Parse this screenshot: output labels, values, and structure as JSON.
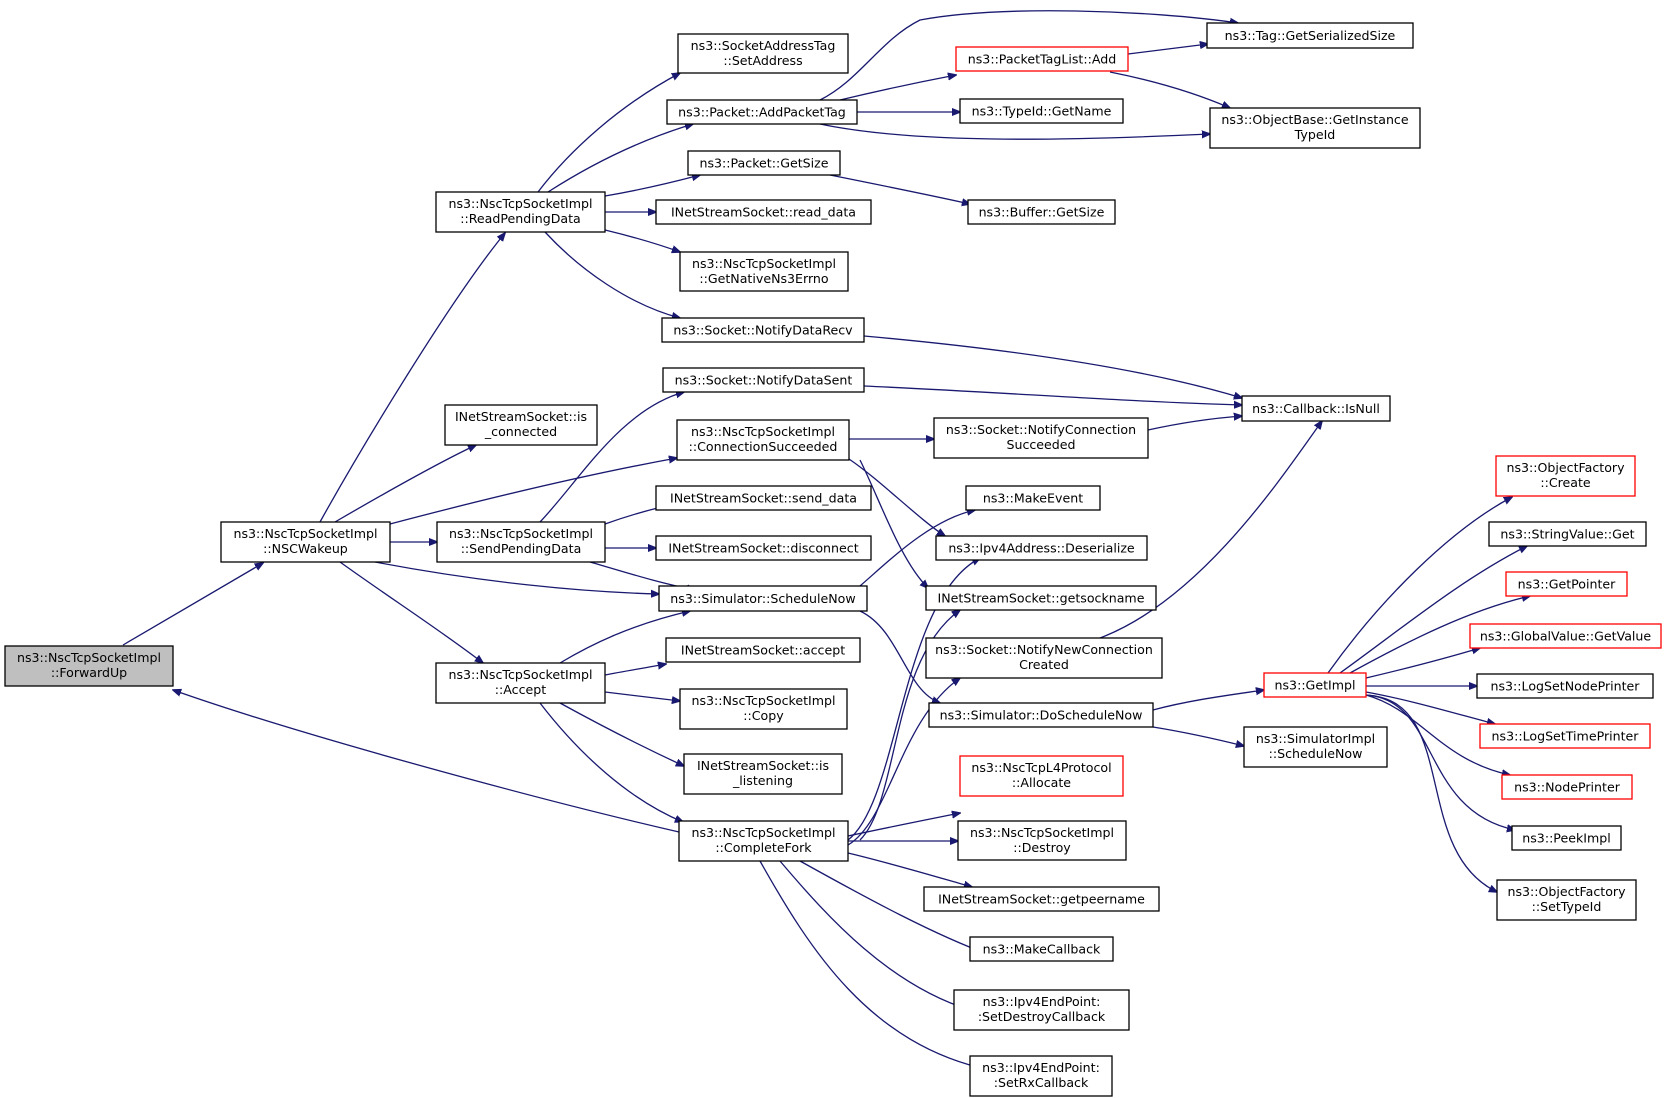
{
  "nodes": {
    "forwardup": [
      "ns3::NscTcpSocketImpl",
      "::ForwardUp"
    ],
    "nscwakeup": [
      "ns3::NscTcpSocketImpl",
      "::NSCWakeup"
    ],
    "readpending": [
      "ns3::NscTcpSocketImpl",
      "::ReadPendingData"
    ],
    "is_connected": [
      "INetStreamSocket::is",
      "_connected"
    ],
    "sendpending": [
      "ns3::NscTcpSocketImpl",
      "::SendPendingData"
    ],
    "accept_impl": [
      "ns3::NscTcpSocketImpl",
      "::Accept"
    ],
    "sockaddrtag": [
      "ns3::SocketAddressTag",
      "::SetAddress"
    ],
    "addpackettag": [
      "ns3::Packet::AddPacketTag"
    ],
    "packet_getsize": [
      "ns3::Packet::GetSize"
    ],
    "read_data": [
      "INetStreamSocket::read_data"
    ],
    "getnativeerrno": [
      "ns3::NscTcpSocketImpl",
      "::GetNativeNs3Errno"
    ],
    "notifydatarecv": [
      "ns3::Socket::NotifyDataRecv"
    ],
    "notifydatasent": [
      "ns3::Socket::NotifyDataSent"
    ],
    "connsucceeded": [
      "ns3::NscTcpSocketImpl",
      "::ConnectionSucceeded"
    ],
    "send_data": [
      "INetStreamSocket::send_data"
    ],
    "disconnect": [
      "INetStreamSocket::disconnect"
    ],
    "schedulenow": [
      "ns3::Simulator::ScheduleNow"
    ],
    "ins_accept": [
      "INetStreamSocket::accept"
    ],
    "copy": [
      "ns3::NscTcpSocketImpl",
      "::Copy"
    ],
    "is_listening": [
      "INetStreamSocket::is",
      "_listening"
    ],
    "completefork": [
      "ns3::NscTcpSocketImpl",
      "::CompleteFork"
    ],
    "packettaglist_add": [
      "ns3::PacketTagList::Add"
    ],
    "typeid_getname": [
      "ns3::TypeId::GetName"
    ],
    "buffer_getsize": [
      "ns3::Buffer::GetSize"
    ],
    "notifyconnsucc": [
      "ns3::Socket::NotifyConnection",
      "Succeeded"
    ],
    "makeevent": [
      "ns3::MakeEvent"
    ],
    "ipv4_deserialize": [
      "ns3::Ipv4Address::Deserialize"
    ],
    "getsockname": [
      "INetStreamSocket::getsockname"
    ],
    "notifynewconn": [
      "ns3::Socket::NotifyNewConnection",
      "Created"
    ],
    "doschedulenow": [
      "ns3::Simulator::DoScheduleNow"
    ],
    "l4_allocate": [
      "ns3::NscTcpL4Protocol",
      "::Allocate"
    ],
    "destroy": [
      "ns3::NscTcpSocketImpl",
      "::Destroy"
    ],
    "getpeername": [
      "INetStreamSocket::getpeername"
    ],
    "makecallback": [
      "ns3::MakeCallback"
    ],
    "setdestroycb": [
      "ns3::Ipv4EndPoint:",
      ":SetDestroyCallback"
    ],
    "setrxcb": [
      "ns3::Ipv4EndPoint:",
      ":SetRxCallback"
    ],
    "tag_getserialized": [
      "ns3::Tag::GetSerializedSize"
    ],
    "getinstancetypeid": [
      "ns3::ObjectBase::GetInstance",
      "TypeId"
    ],
    "callback_isnull": [
      "ns3::Callback::IsNull"
    ],
    "getimpl": [
      "ns3::GetImpl"
    ],
    "simimpl_schedulenow": [
      "ns3::SimulatorImpl",
      "::ScheduleNow"
    ],
    "objfactory_create": [
      "ns3::ObjectFactory",
      "::Create"
    ],
    "stringvalue_get": [
      "ns3::StringValue::Get"
    ],
    "getpointer": [
      "ns3::GetPointer"
    ],
    "globalvalue_getvalue": [
      "ns3::GlobalValue::GetValue"
    ],
    "logsetnodeprinter": [
      "ns3::LogSetNodePrinter"
    ],
    "logsettimeprinter": [
      "ns3::LogSetTimePrinter"
    ],
    "nodeprinter": [
      "ns3::NodePrinter"
    ],
    "peekimpl": [
      "ns3::PeekImpl"
    ],
    "objfactory_settypeid": [
      "ns3::ObjectFactory",
      "::SetTypeId"
    ]
  },
  "colors": {
    "edge": "#191970",
    "node_border": "#000000",
    "truncated_border": "#ff0000",
    "root_fill": "#bfbfbf"
  }
}
